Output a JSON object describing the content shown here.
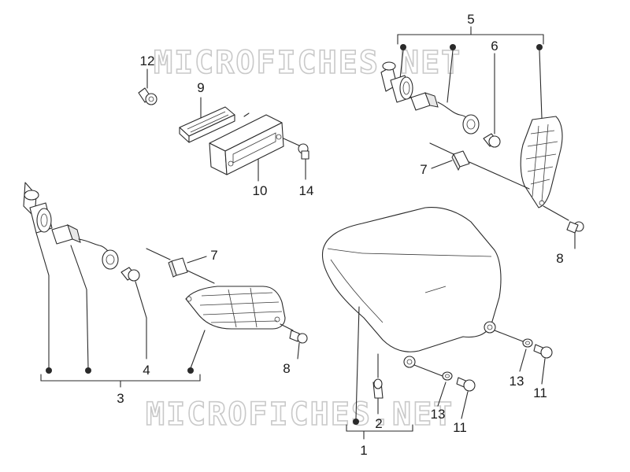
{
  "watermark": "MICROFICHES.NET",
  "callouts": {
    "n1": "1",
    "n2": "2",
    "n3": "3",
    "n4": "4",
    "n5": "5",
    "n6": "6",
    "n7a": "7",
    "n7b": "7",
    "n8a": "8",
    "n8b": "8",
    "n9": "9",
    "n10": "10",
    "n11a": "11",
    "n11b": "11",
    "n12": "12",
    "n13a": "13",
    "n13b": "13",
    "n14": "14"
  },
  "colors": {
    "line": "#2a2a2a",
    "watermark": "#c9c9c9",
    "background": "#ffffff"
  }
}
